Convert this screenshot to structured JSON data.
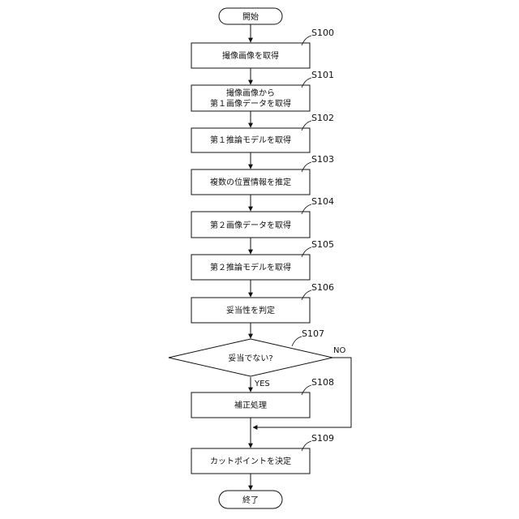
{
  "flowchart": {
    "start": "開始",
    "steps": [
      {
        "id": "S100",
        "lines": [
          "撮像画像を取得"
        ]
      },
      {
        "id": "S101",
        "lines": [
          "撮像画像から",
          "第１画像データを取得"
        ]
      },
      {
        "id": "S102",
        "lines": [
          "第１推論モデルを取得"
        ]
      },
      {
        "id": "S103",
        "lines": [
          "複数の位置情報を推定"
        ]
      },
      {
        "id": "S104",
        "lines": [
          "第２画像データを取得"
        ]
      },
      {
        "id": "S105",
        "lines": [
          "第２推論モデルを取得"
        ]
      },
      {
        "id": "S106",
        "lines": [
          "妥当性を判定"
        ]
      }
    ],
    "decision": {
      "id": "S107",
      "text": "妥当でない?",
      "yes": "YES",
      "no": "NO"
    },
    "correction": {
      "id": "S108",
      "text": "補正処理"
    },
    "final_step": {
      "id": "S109",
      "text": "カットポイントを決定"
    },
    "end": "終了"
  }
}
